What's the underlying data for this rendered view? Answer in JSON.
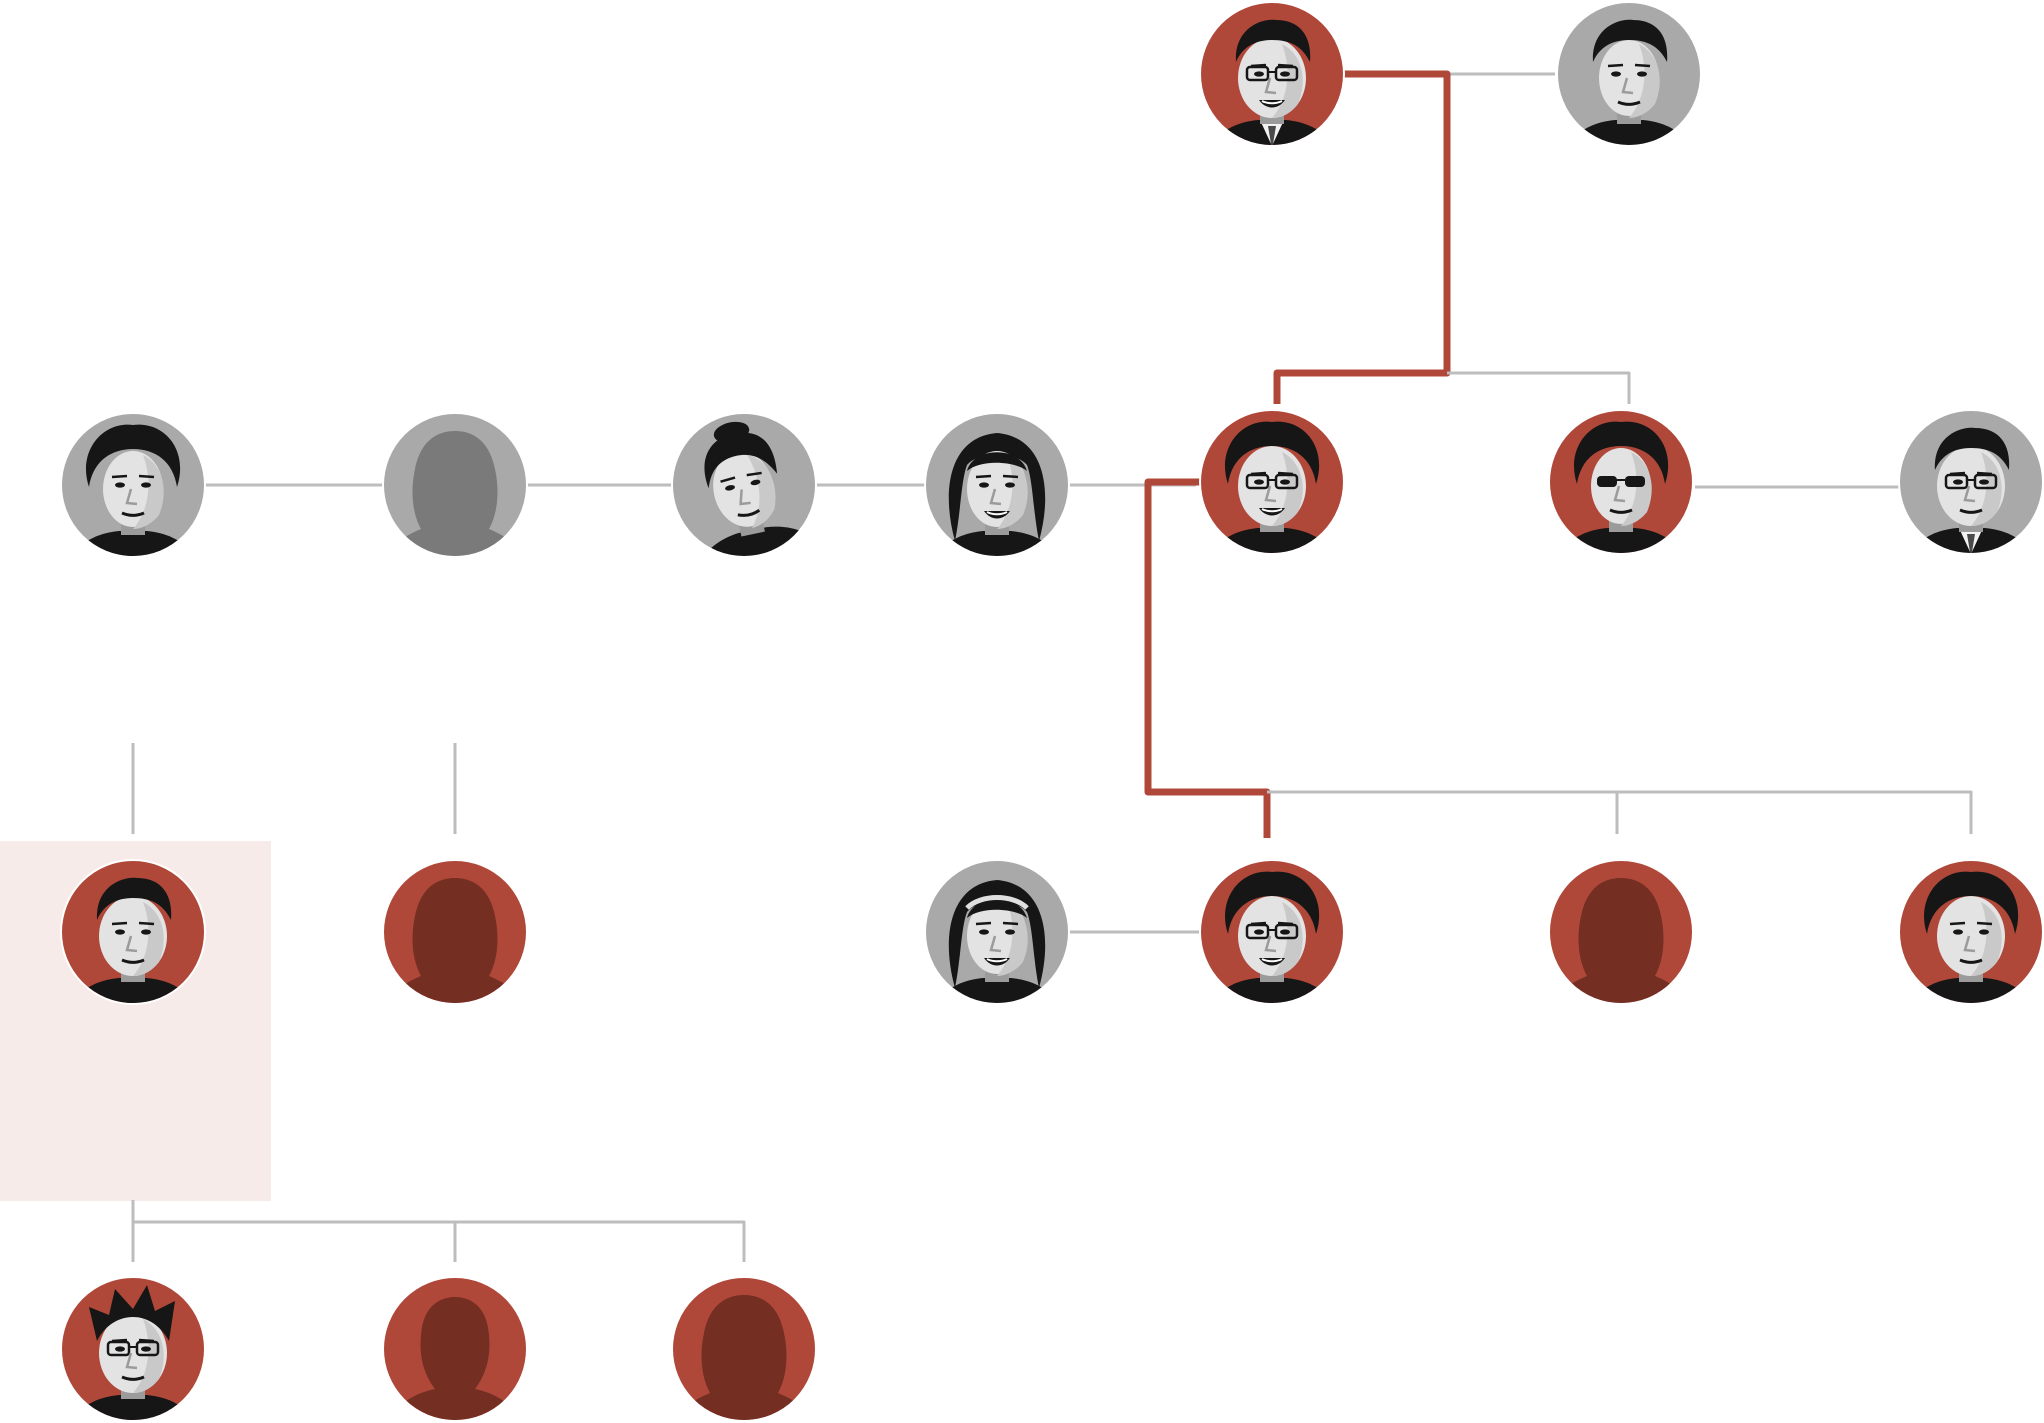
{
  "colors": {
    "lineage": "#b0483a",
    "lineage_dark": "#7a3024",
    "connector": "#bdbdbd",
    "spouse_bg": "#a9a9a9",
    "spouse_photo": "#303030",
    "placeholder_grey": "#7a7a7a",
    "placeholder_maroon": "#742e22",
    "highlight": "#f6ebe8"
  },
  "people": [
    {
      "id": "gen1-patriarch",
      "type": "photo",
      "bg": "lineage",
      "icon": "portrait-smiling-glasses"
    },
    {
      "id": "gen1-wife",
      "type": "photo",
      "bg": "spouse",
      "icon": "portrait-woman"
    },
    {
      "id": "gen2-wife-a",
      "type": "photo",
      "bg": "spouse",
      "icon": "portrait-woman-curly-hair"
    },
    {
      "id": "gen2-wife-b",
      "type": "placeholder",
      "bg": "spouse",
      "icon": "silhouette-woman"
    },
    {
      "id": "gen2-wife-c",
      "type": "photo",
      "bg": "spouse",
      "icon": "portrait-woman-profile"
    },
    {
      "id": "gen2-wife-d",
      "type": "photo",
      "bg": "spouse",
      "icon": "portrait-woman-smiling"
    },
    {
      "id": "gen2-leader",
      "type": "photo",
      "bg": "lineage",
      "icon": "portrait-man-glasses"
    },
    {
      "id": "gen2-sister",
      "type": "photo",
      "bg": "lineage",
      "icon": "portrait-woman-sunglasses"
    },
    {
      "id": "gen2-sister-husband",
      "type": "photo",
      "bg": "spouse",
      "icon": "portrait-man-suit-glasses"
    },
    {
      "id": "gen3-son-a",
      "type": "photo",
      "bg": "lineage",
      "icon": "portrait-man-short-hair"
    },
    {
      "id": "gen3-child-b",
      "type": "placeholder",
      "bg": "lineage",
      "icon": "silhouette-woman"
    },
    {
      "id": "gen3-wife",
      "type": "photo",
      "bg": "spouse",
      "icon": "portrait-woman-headband"
    },
    {
      "id": "gen3-leader",
      "type": "photo",
      "bg": "lineage",
      "icon": "portrait-man-glasses"
    },
    {
      "id": "gen3-child-c",
      "type": "placeholder",
      "bg": "lineage",
      "icon": "silhouette-woman"
    },
    {
      "id": "gen3-child-d",
      "type": "photo",
      "bg": "lineage",
      "icon": "portrait-man-curly-hair"
    },
    {
      "id": "gen4-son-a",
      "type": "photo",
      "bg": "lineage",
      "icon": "portrait-young-man-glasses"
    },
    {
      "id": "gen4-child-b",
      "type": "placeholder",
      "bg": "lineage",
      "icon": "silhouette-man"
    },
    {
      "id": "gen4-child-c",
      "type": "placeholder",
      "bg": "lineage",
      "icon": "silhouette-woman"
    }
  ],
  "connections": [
    {
      "kind": "spouse",
      "from": "gen1-patriarch",
      "to": "gen1-wife"
    },
    {
      "kind": "parent",
      "from": "gen1-patriarch",
      "to": "gen2-leader",
      "lineage": true
    },
    {
      "kind": "parent",
      "from": "gen1-patriarch",
      "to": "gen2-sister"
    },
    {
      "kind": "spouse",
      "from": "gen2-wife-a",
      "to": "gen2-leader"
    },
    {
      "kind": "spouse",
      "from": "gen2-sister",
      "to": "gen2-sister-husband"
    },
    {
      "kind": "parent",
      "from": "gen2-wife-a",
      "to": "gen3-son-a"
    },
    {
      "kind": "parent",
      "from": "gen2-wife-b",
      "to": "gen3-child-b"
    },
    {
      "kind": "parent",
      "from": "gen2-leader",
      "to": "gen3-leader",
      "lineage": true
    },
    {
      "kind": "parent",
      "from": "gen2-leader",
      "to": "gen3-child-c"
    },
    {
      "kind": "parent",
      "from": "gen2-leader",
      "to": "gen3-child-d"
    },
    {
      "kind": "spouse",
      "from": "gen3-wife",
      "to": "gen3-leader"
    },
    {
      "kind": "parent",
      "from": "gen3-son-a",
      "to": "gen4-son-a"
    },
    {
      "kind": "parent",
      "from": "gen3-son-a",
      "to": "gen4-child-b"
    },
    {
      "kind": "parent",
      "from": "gen3-son-a",
      "to": "gen4-child-c"
    }
  ],
  "highlighted": "gen3-son-a"
}
